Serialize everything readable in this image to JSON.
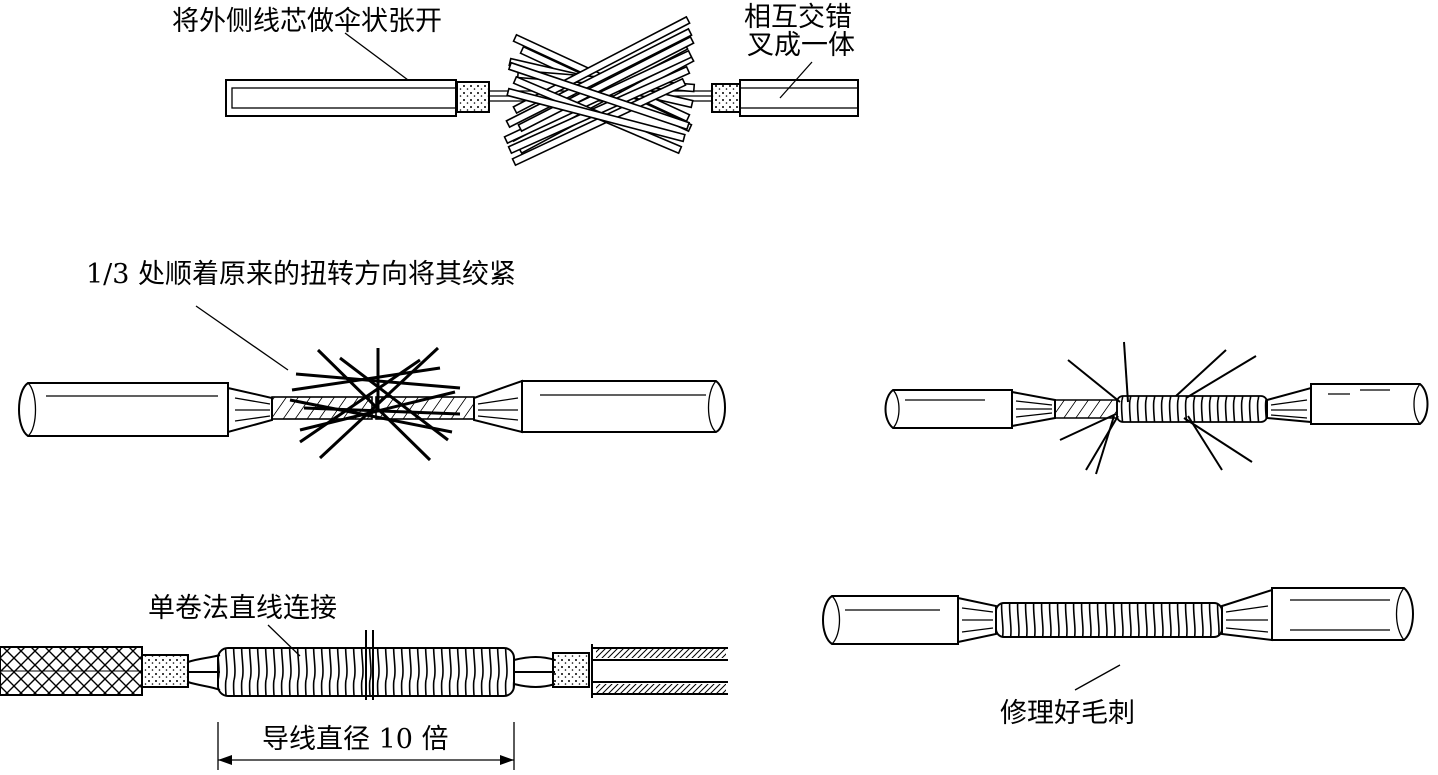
{
  "labels": {
    "umbrella": "将外侧线芯做伞状张开",
    "interleave_line1": "相互交错",
    "interleave_line2": "叉成一体",
    "twist_third": "1/3 处顺着原来的扭转方向将其绞紧",
    "single_wrap": "单卷法直线连接",
    "diameter_10x": "导线直径 10 倍",
    "trim_burrs": "修理好毛刺"
  },
  "icons": {
    "conductor": "stranded-wire-icon",
    "insulation": "insulation-sleeve-icon"
  },
  "colors": {
    "line": "#000000",
    "background": "#ffffff"
  }
}
